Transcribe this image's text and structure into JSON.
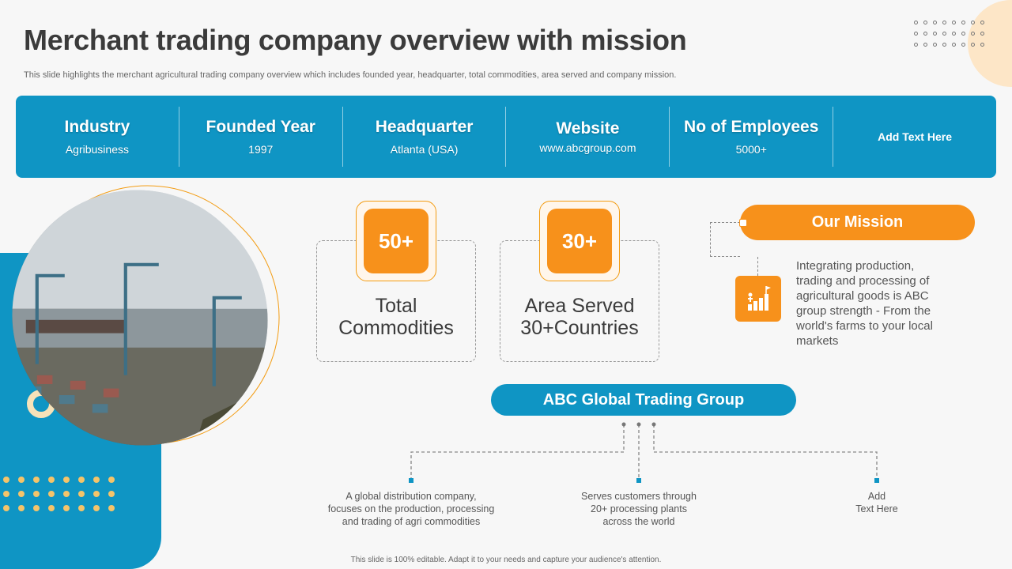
{
  "slide": {
    "title": "Merchant trading company overview with mission",
    "subtitle": "This slide highlights the merchant agricultural trading company overview which includes founded year, headquarter, total commodities, area served and company mission.",
    "footer": "This slide is 100% editable. Adapt it to your needs and capture your audience's attention."
  },
  "info_bar": {
    "items": [
      {
        "heading": "Industry",
        "value": "Agribusiness"
      },
      {
        "heading": "Founded Year",
        "value": "1997"
      },
      {
        "heading": "Headquarter",
        "value": "Atlanta (USA)"
      },
      {
        "heading": "Website",
        "value": "www.abcgroup.com"
      },
      {
        "heading": "No of Employees",
        "value": "5000+"
      },
      {
        "heading": "Add  Text Here"
      }
    ]
  },
  "stats": [
    {
      "number": "50+",
      "label_line1": "Total",
      "label_line2": "Commodities"
    },
    {
      "number": "30+",
      "label_line1": "Area Served",
      "label_line2": "30+Countries"
    }
  ],
  "mission": {
    "title": "Our Mission",
    "text": "Integrating production, trading and processing of agricultural goods is ABC group strength - From the world's farms to your local markets",
    "icon": "growth-stairs-flag-icon"
  },
  "group": {
    "name": "ABC Global Trading Group",
    "branches": [
      {
        "line1": "A global distribution company,",
        "line2": "focuses on the production, processing",
        "line3": "and trading of agri commodities"
      },
      {
        "line1": "Serves customers through",
        "line2": "20+ processing plants",
        "line3": "across the world"
      },
      {
        "line1": "Add",
        "line2": "Text Here"
      }
    ]
  },
  "colors": {
    "primary_blue": "#0f95c4",
    "accent_orange": "#f7911b",
    "cream": "#f6e2b9",
    "peach": "#fde6c7"
  }
}
